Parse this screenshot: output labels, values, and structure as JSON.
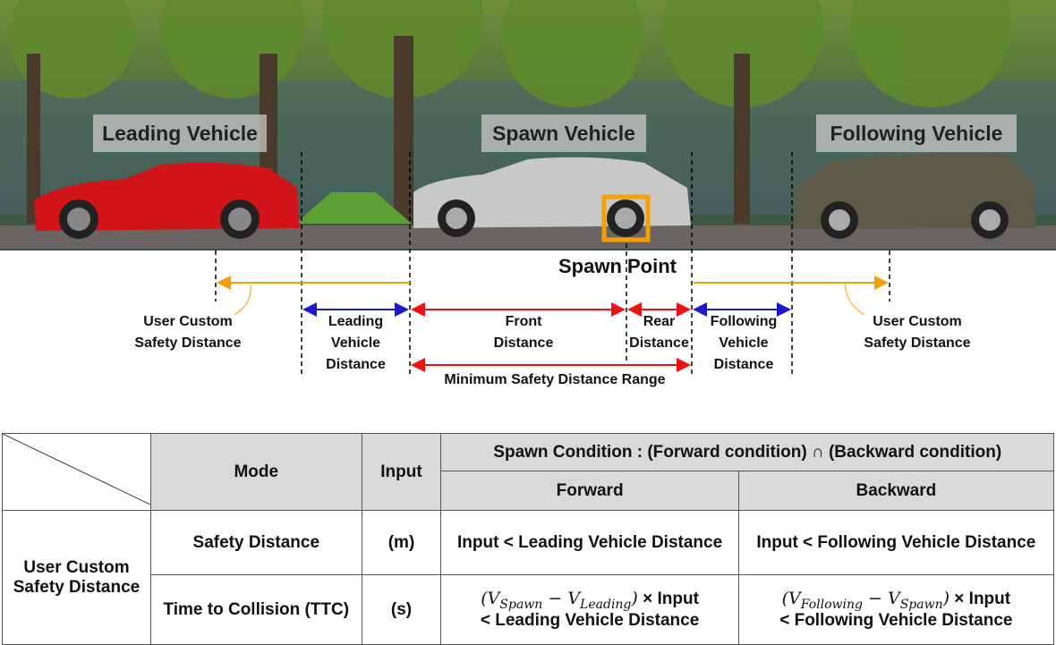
{
  "scene": {
    "labels": {
      "leading": "Leading Vehicle",
      "spawn": "Spawn Vehicle",
      "following": "Following Vehicle"
    },
    "spawn_point": "Spawn Point",
    "colors": {
      "orange": "#f5a000",
      "blue": "#1a1acc",
      "red": "#ee1111"
    }
  },
  "annotations": {
    "user_custom_left": [
      "User Custom",
      "Safety Distance"
    ],
    "leading_distance": [
      "Leading",
      "Vehicle",
      "Distance"
    ],
    "front_distance": [
      "Front",
      "Distance"
    ],
    "rear_distance": [
      "Rear",
      "Distance"
    ],
    "following_distance": [
      "Following",
      "Vehicle",
      "Distance"
    ],
    "user_custom_right": [
      "User Custom",
      "Safety Distance"
    ],
    "min_range": "Minimum Safety Distance Range"
  },
  "table": {
    "mode": "Mode",
    "input": "Input",
    "spawn_condition": "Spawn Condition : (Forward condition) ∩ (Backward condition)",
    "forward": "Forward",
    "backward": "Backward",
    "row_group": [
      "User Custom",
      "Safety Distance"
    ],
    "rows": [
      {
        "mode": "Safety Distance",
        "unit": "(m)",
        "forward": "Input < Leading Vehicle Distance",
        "backward": "Input < Following Vehicle Distance"
      },
      {
        "mode": "Time to Collision (TTC)",
        "unit": "(s)",
        "forward_math": {
          "a": "V",
          "a_sub": "Spawn",
          "b": "V",
          "b_sub": "Leading",
          "tail": "× Input",
          "line2": "< Leading Vehicle Distance"
        },
        "backward_math": {
          "a": "V",
          "a_sub": "Following",
          "b": "V",
          "b_sub": "Spawn",
          "tail": "× Input",
          "line2": "< Following Vehicle Distance"
        }
      }
    ]
  }
}
